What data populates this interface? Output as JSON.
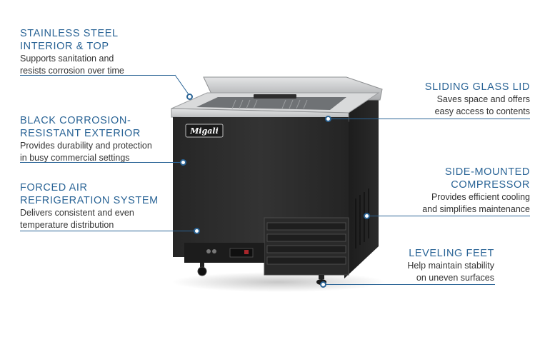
{
  "callouts": {
    "stainless": {
      "title": "STAINLESS STEEL\nINTERIOR & TOP",
      "desc": "Supports sanitation and\nresists corrosion over time"
    },
    "exterior": {
      "title": "BLACK CORROSION-\nRESISTANT EXTERIOR",
      "desc": "Provides durability and protection\nin busy commercial settings"
    },
    "forced_air": {
      "title": "FORCED AIR\nREFRIGERATION SYSTEM",
      "desc": "Delivers consistent and even\ntemperature distribution"
    },
    "sliding_lid": {
      "title": "SLIDING GLASS LID",
      "desc": "Saves space and offers\neasy access to contents"
    },
    "compressor": {
      "title": "SIDE-MOUNTED\nCOMPRESSOR",
      "desc": "Provides efficient cooling\nand simplifies maintenance"
    },
    "leveling": {
      "title": "LEVELING FEET",
      "desc": "Help maintain stability\non uneven surfaces"
    }
  },
  "product": {
    "brand_logo": "Migali"
  },
  "colors": {
    "accent": "#2a6496",
    "cabinet": "#2b2b2b",
    "steel": "#c8cacc"
  }
}
